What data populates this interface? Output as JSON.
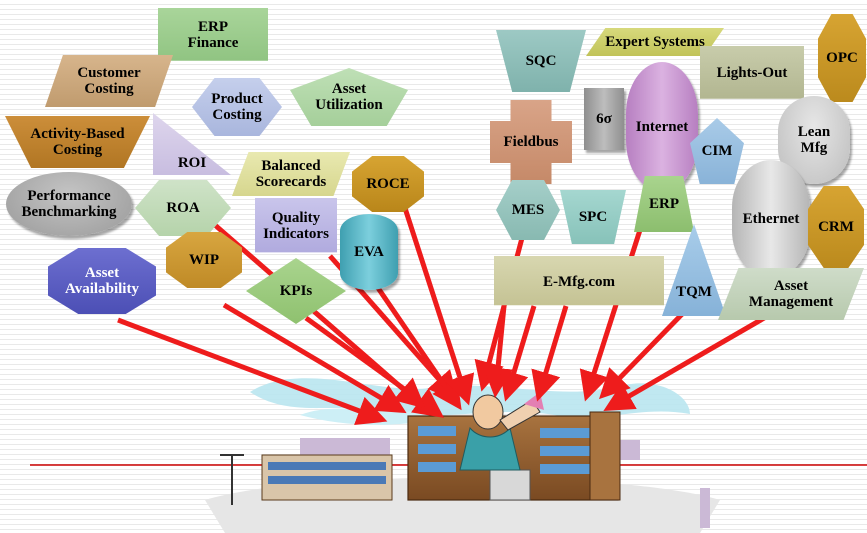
{
  "colors": {
    "arrow": "#ee1c1c",
    "underline": "#cc0000"
  },
  "labels": {
    "erp_finance": "ERP\nFinance",
    "customer_costing": "Customer\nCosting",
    "product_costing": "Product\nCosting",
    "asset_utilization": "Asset\nUtilization",
    "activity_based_costing": "Activity-Based\nCosting",
    "roi": "ROI",
    "balanced_scorecards": "Balanced\nScorecards",
    "roce": "ROCE",
    "performance_benchmarking": "Performance\nBenchmarking",
    "roa": "ROA",
    "quality_indicators": "Quality\nIndicators",
    "eva": "EVA",
    "asset_availability": "Asset\nAvailability",
    "wip": "WIP",
    "kpis": "KPIs",
    "sqc": "SQC",
    "expert_systems": "Expert Systems",
    "lights_out": "Lights-Out",
    "opc": "OPC",
    "fieldbus": "Fieldbus",
    "six_sigma": "6σ",
    "internet": "Internet",
    "cim": "CIM",
    "lean_mfg": "Lean\nMfg",
    "mes": "MES",
    "spc": "SPC",
    "erp": "ERP",
    "ethernet": "Ethernet",
    "crm": "CRM",
    "e_mfg": "E-Mfg.com",
    "tqm": "TQM",
    "asset_management": "Asset\nManagement"
  }
}
